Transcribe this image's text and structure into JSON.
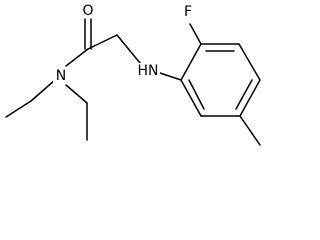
{
  "molecule": {
    "atoms": {
      "oxygen": "O",
      "amide_nitrogen": "N",
      "amine": "HN",
      "fluorine": "F"
    },
    "colors": {
      "bond": "#000000",
      "label": "#000000",
      "background": "#ffffff"
    }
  }
}
